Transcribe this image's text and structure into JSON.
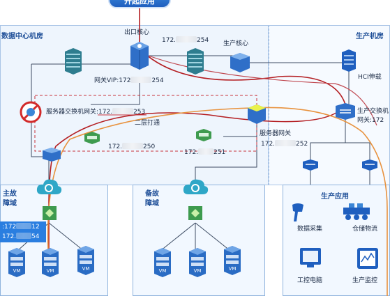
{
  "top_button": "开起应用",
  "rooms": {
    "dc": "数据中心机房",
    "prod": "生产机房"
  },
  "domains": {
    "primary": [
      "主故",
      "障域"
    ],
    "backup": [
      "备故",
      "障域"
    ],
    "prod_apps": "生产应用"
  },
  "labels": {
    "egress_core": "出口核心",
    "egress_ip_prefix": "172.",
    "egress_ip_suffix": "254",
    "prod_core": "生产核心",
    "gw_vip_prefix": "网关VIP:172",
    "gw_vip_suffix": "254",
    "hci": "HCI伸载",
    "srv_switch_gw_prefix": "服务器交换机网关:172.",
    "srv_switch_gw_suffix": "253",
    "l2_link": "二层打通",
    "prod_switch": "生产交换机",
    "prod_gw": "网关:172",
    "ip_250_prefix": "172.",
    "ip_250_suffix": "250",
    "ip_251_prefix": "172.",
    "ip_251_suffix": "251",
    "srv_gw": "服务器网关",
    "srv_gw_ip_prefix": "172.",
    "srv_gw_ip_suffix": "252",
    "primary_ip1_prefix": ":172",
    "primary_ip1_suffix": "12",
    "primary_ip2_prefix": "172.",
    "primary_ip2_suffix": "54"
  },
  "apps": [
    "数据采集",
    "仓储物流",
    "工控电脑",
    "生产监控"
  ],
  "vm_label": "VM",
  "colors": {
    "link_red": "#b41e22",
    "link_orange": "#e8923e",
    "region_border": "#8fb3dd",
    "title_blue": "#1f4f98"
  }
}
